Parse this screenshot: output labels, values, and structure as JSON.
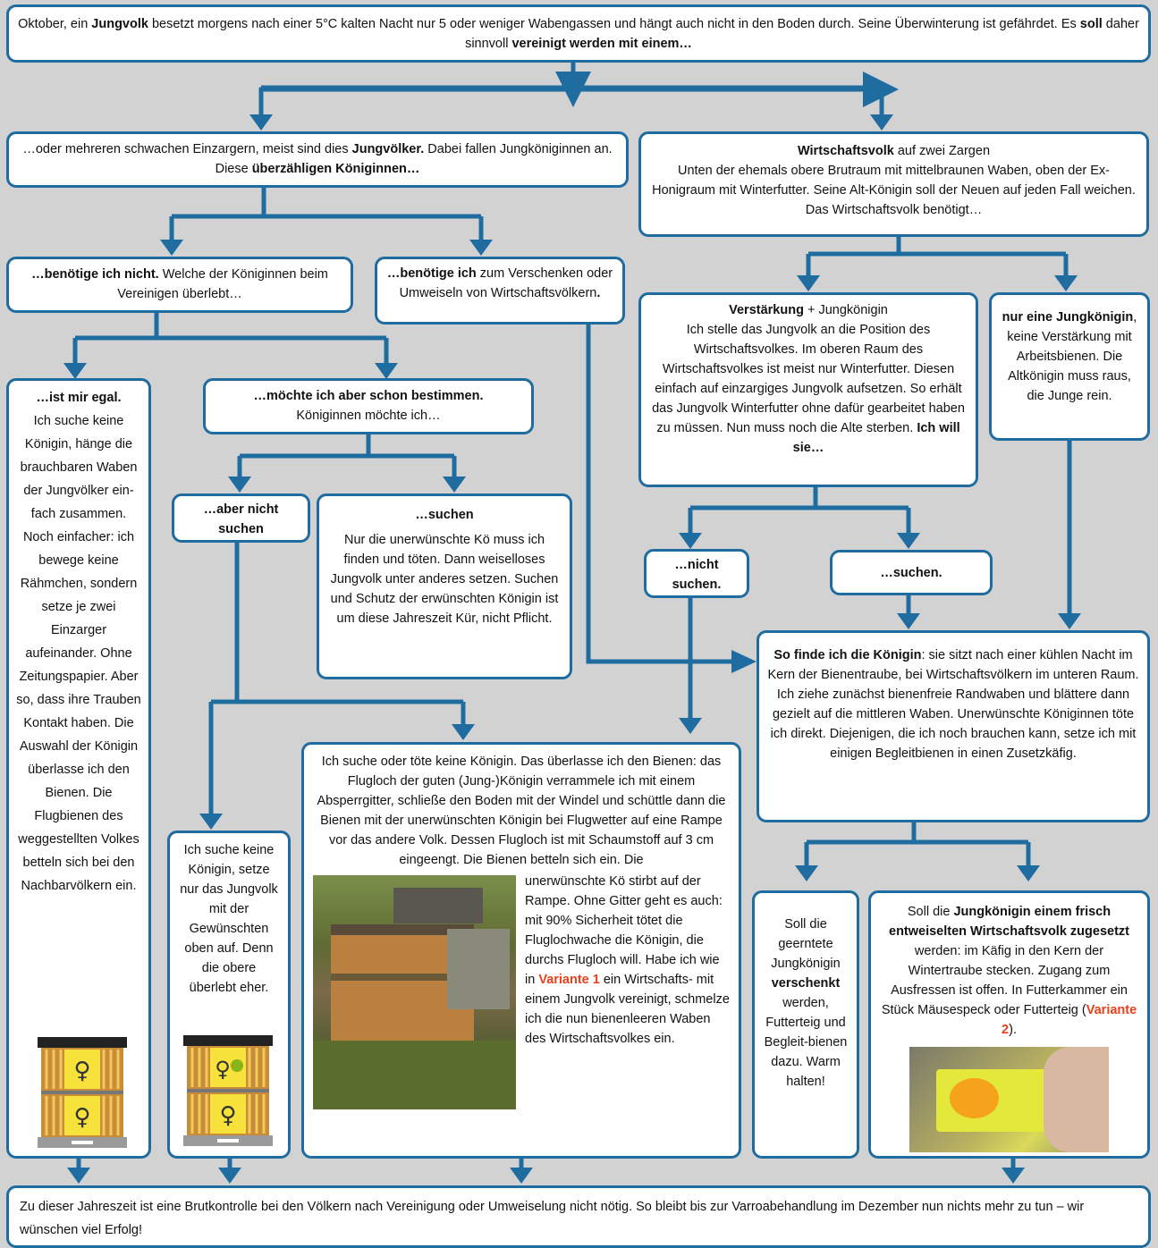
{
  "top": {
    "p1": "Oktober, ein ",
    "b1": "Jungvolk",
    "p2": " besetzt morgens nach einer 5°C kalten Nacht nur 5 oder weniger Wabengassen und hängt auch nicht in den Boden durch. Seine Überwinterung ist gefährdet. Es ",
    "b2": "soll",
    "p3": " daher sinnvoll ",
    "b3": "vereinigt werden mit einem…"
  },
  "left_branch": {
    "p1": "…oder mehreren schwachen Einzargern, meist sind dies ",
    "b1": "Jungvölker.",
    "p2": " Dabei fallen Jungköniginnen an. Diese ",
    "b2": "überzähligen Königinnen…"
  },
  "wirtschaftsvolk": {
    "b1": "Wirtschaftsvolk",
    "p1": " auf zwei Zargen",
    "p2": "Unten der ehemals obere Brutraum mit mittelbraunen Waben, oben der Ex-Honigraum mit Winterfutter. Seine Alt-Königin soll der Neuen auf jeden Fall weichen. Das Wirtschaftsvolk benötigt…"
  },
  "nicht_benoetigt": {
    "b1": "…benötige ich nicht.",
    "p1": " Welche der Königinnen beim Vereinigen überlebt…"
  },
  "verschenken": {
    "b1": "…benötige ich",
    "p1": " zum Verschenken oder Umweiseln von Wirtschaftsvölkern",
    "b2": "."
  },
  "verstaerkung": {
    "b1": "Verstärkung",
    "p1": " + Jungkönigin",
    "p2": "Ich stelle das Jungvolk an die Position des Wirtschaftsvolkes. Im oberen Raum des Wirtschaftsvolkes ist meist nur Winterfutter. Diesen einfach auf einzargiges Jungvolk aufsetzen. So erhält das Jungvolk Winterfutter ohne dafür gearbeitet haben zu müssen. Nun muss noch die Alte sterben. ",
    "b2": "Ich will sie…"
  },
  "nur_jungkoenigin": {
    "b1": "nur eine Jungkönigin",
    "p1": ", keine Verstärkung mit Arbeitsbienen. Die Altkönigin muss raus, die Junge rein."
  },
  "egal": {
    "b1": "…ist mir egal.",
    "p1": "Ich suche keine Königin, hänge die brauchbaren Waben der Jungvölker ein-fach zusammen. Noch einfacher: ich bewege keine Rähmchen, sondern setze je zwei Einzarger aufeinander. Ohne Zeitungspapier. Aber so, dass ihre Trauben Kontakt haben. Die Auswahl der Königin überlasse ich den Bienen. Die Flugbienen des weggestellten Volkes betteln sich bei den Nachbarvölkern ein."
  },
  "bestimmen": {
    "b1": "…möchte ich aber schon bestimmen.",
    "p1": "Königinnen möchte ich…"
  },
  "aber_nicht_suchen": {
    "b1": "…aber nicht suchen"
  },
  "suchen_left": {
    "b1": "…suchen",
    "p1": "Nur die unerwünschte Kö muss ich finden und töten. Dann weiselloses Jungvolk unter anderes setzen. Suchen und Schutz der erwünschten Königin ist um diese Jahreszeit Kür, nicht Pflicht."
  },
  "nicht_suchen": {
    "b1": "…nicht suchen."
  },
  "suchen_right": {
    "b1": "…suchen."
  },
  "finden": {
    "b1": "So finde ich die Königin",
    "p1": ": sie sitzt nach einer kühlen Nacht im Kern der Bienentraube, bei Wirtschaftsvölkern im unteren Raum. Ich ziehe zunächst bienenfreie Randwaben und blättere dann gezielt auf die mittleren Waben. Unerwünschte Königinnen töte ich direkt. Diejenigen, die ich noch brauchen kann, setze ich mit einigen Begleitbienen in einen Zusetzkäfig."
  },
  "jungvolk_oben": {
    "p1": "Ich suche keine Königin, setze nur das Jungvolk mit der Gewünschten oben auf. Denn die obere überlebt eher."
  },
  "flugloch": {
    "p1": "Ich suche oder töte keine Königin. Das überlasse ich den Bienen: das Flugloch der guten (Jung-)Königin verrammele ich mit einem Absperrgitter, schließe den Boden mit der Windel und schüttle dann die Bienen mit der unerwünschten Königin bei Flugwetter auf eine Rampe vor das andere Volk. Dessen Flugloch ist mit Schaumstoff auf 3 cm eingeengt. Die Bienen betteln sich ein. Die",
    "p2": "unerwünschte Kö stirbt auf der Rampe. Ohne Gitter geht es auch: mit 90% Sicherheit tötet die Fluglochwache die Königin, die durchs Flugloch will. Habe ich wie in ",
    "red": "Variante 1",
    "p3": " ein Wirtschafts- mit einem Jungvolk vereinigt, schmelze ich die nun bienenleeren Waben des Wirtschaftsvolkes ein."
  },
  "verschenkt": {
    "p1": "Soll die geerntete Jungkönigin ",
    "b1": "verschenkt",
    "p2": " werden, Futterteig und Begleit-bienen dazu. Warm halten!"
  },
  "zugesetzt": {
    "p1": "Soll die ",
    "b1": "Jungkönigin einem frisch entweiselten Wirtschaftsvolk zugesetzt",
    "p2": " werden: im Käfig in den Kern der Wintertraube stecken. Zugang zum Ausfressen ist offen. In Futterkammer ein Stück Mäusespeck oder Futterteig (",
    "red": "Variante 2",
    "p3": ")."
  },
  "bottom": {
    "p1": "Zu dieser Jahreszeit ist eine Brutkontrolle bei den Völkern nach Vereinigung oder Umweiselung nicht nötig. So bleibt bis zur Varroabehandlung im Dezember nun nichts mehr zu tun – wir wünschen viel Erfolg!"
  },
  "icons": {
    "queen": "♀",
    "arrow": "arrow-down-icon"
  },
  "colors": {
    "border": "#1f6da0",
    "background": "#d2d2d2",
    "highlight": "#e8401c",
    "hive_yellow": "#f6e23a",
    "hive_frame": "#c98d3a"
  }
}
